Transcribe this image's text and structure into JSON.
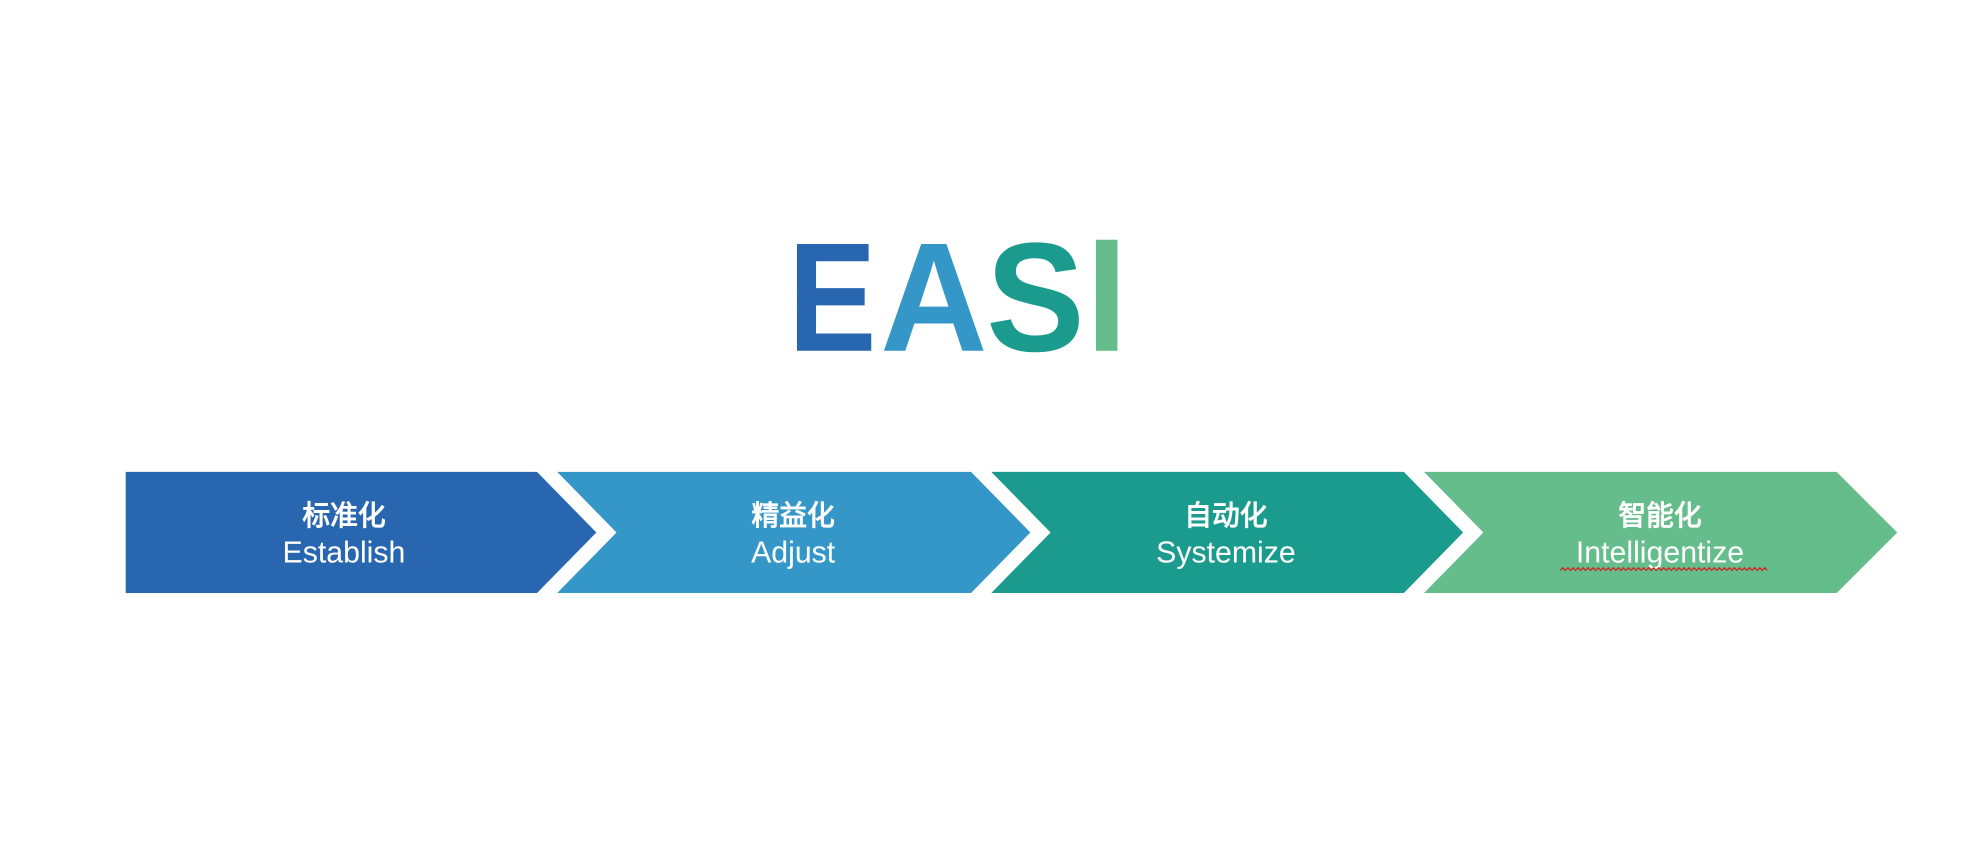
{
  "title": {
    "letters": [
      {
        "char": "E",
        "color": "#2866b0"
      },
      {
        "char": "A",
        "color": "#3597c8"
      },
      {
        "char": "S",
        "color": "#1a9b8e"
      },
      {
        "char": "I",
        "color": "#64bd8a"
      }
    ]
  },
  "steps": [
    {
      "zh": "标准化",
      "en": "Establish",
      "color": "#2866b0"
    },
    {
      "zh": "精益化",
      "en": "Adjust",
      "color": "#3597c8"
    },
    {
      "zh": "自动化",
      "en": "Systemize",
      "color": "#1a9b8e"
    },
    {
      "zh": "智能化",
      "en": "Intelligentize",
      "color": "#64bd8a"
    }
  ]
}
